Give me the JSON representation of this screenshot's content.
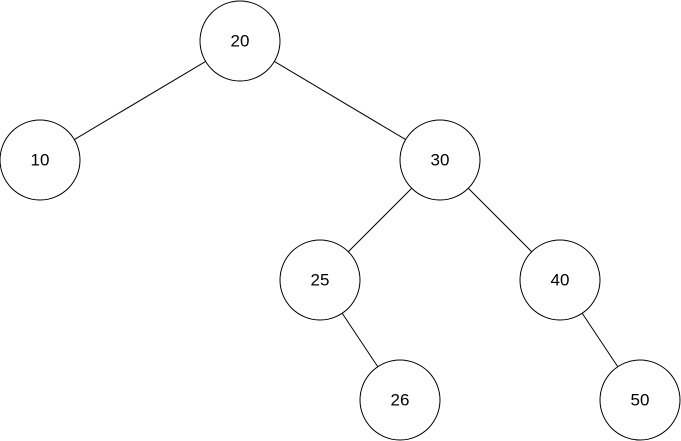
{
  "tree": {
    "nodes": [
      {
        "id": "n20",
        "label": "20"
      },
      {
        "id": "n10",
        "label": "10"
      },
      {
        "id": "n30",
        "label": "30"
      },
      {
        "id": "n25",
        "label": "25"
      },
      {
        "id": "n40",
        "label": "40"
      },
      {
        "id": "n26",
        "label": "26"
      },
      {
        "id": "n50",
        "label": "50"
      }
    ],
    "edges": [
      {
        "from": "n20",
        "to": "n10"
      },
      {
        "from": "n20",
        "to": "n30"
      },
      {
        "from": "n30",
        "to": "n25"
      },
      {
        "from": "n30",
        "to": "n40"
      },
      {
        "from": "n25",
        "to": "n26"
      },
      {
        "from": "n40",
        "to": "n50"
      }
    ],
    "colors": {
      "stroke": "#000000",
      "fill": "#ffffff",
      "text": "#000000"
    }
  }
}
